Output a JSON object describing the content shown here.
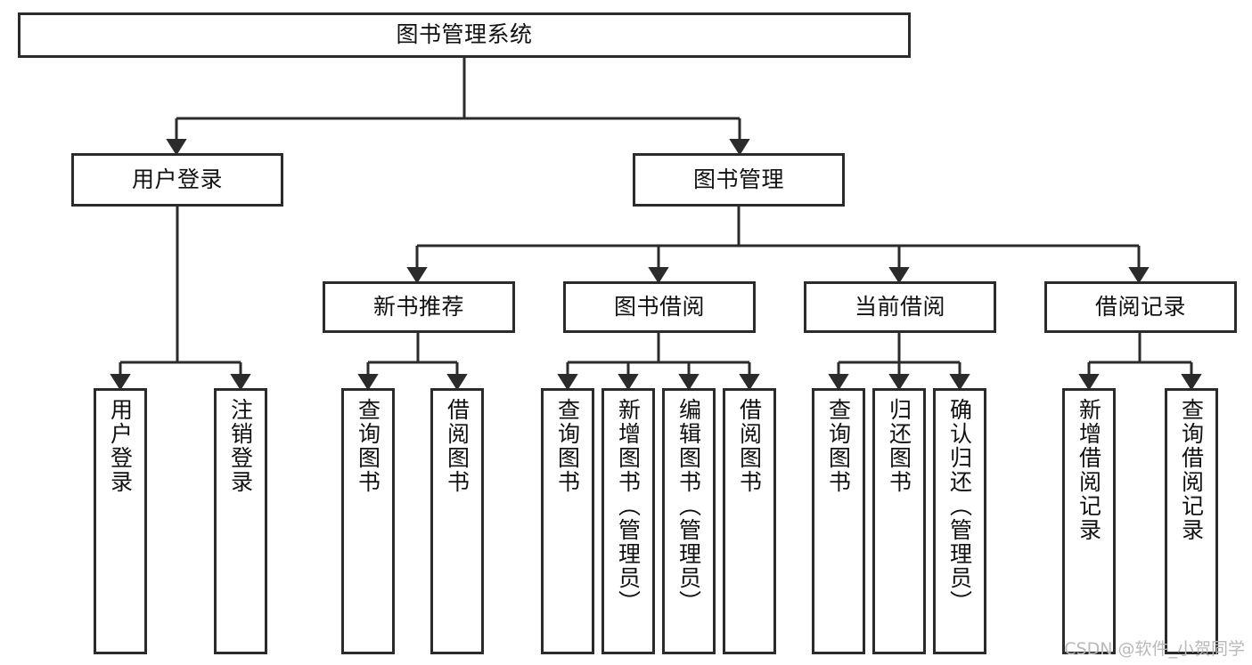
{
  "diagram": {
    "type": "tree-hierarchy",
    "title": "图书管理系统",
    "watermark": "CSDN @软件_小贺同学",
    "colors": {
      "stroke": "#2b2b2b",
      "fill": "#ffffff",
      "text": "#111111",
      "watermark": "#b9b9b9"
    },
    "nodes": {
      "root": {
        "label": "图书管理系统"
      },
      "level2": [
        {
          "id": "user-login",
          "label": "用户登录"
        },
        {
          "id": "book-manage",
          "label": "图书管理"
        }
      ],
      "level3": [
        {
          "id": "new-book-rec",
          "label": "新书推荐"
        },
        {
          "id": "book-borrow",
          "label": "图书借阅"
        },
        {
          "id": "current-borrow",
          "label": "当前借阅"
        },
        {
          "id": "borrow-record",
          "label": "借阅记录"
        }
      ],
      "leaves": [
        {
          "id": "leaf-user-login",
          "label": "用户登录",
          "parent": "user-login"
        },
        {
          "id": "leaf-user-logout",
          "label": "注销登录",
          "parent": "user-login"
        },
        {
          "id": "leaf-query-book-1",
          "label": "查询图书",
          "parent": "new-book-rec"
        },
        {
          "id": "leaf-borrow-book-1",
          "label": "借阅图书",
          "parent": "new-book-rec"
        },
        {
          "id": "leaf-query-book-2",
          "label": "查询图书",
          "parent": "book-borrow"
        },
        {
          "id": "leaf-add-book",
          "label": "新增图书（管理员）",
          "parent": "book-borrow"
        },
        {
          "id": "leaf-edit-book",
          "label": "编辑图书（管理员）",
          "parent": "book-borrow"
        },
        {
          "id": "leaf-borrow-book-2",
          "label": "借阅图书",
          "parent": "book-borrow"
        },
        {
          "id": "leaf-query-book-3",
          "label": "查询图书",
          "parent": "current-borrow"
        },
        {
          "id": "leaf-return-book",
          "label": "归还图书",
          "parent": "current-borrow"
        },
        {
          "id": "leaf-confirm-return",
          "label": "确认归还（管理员）",
          "parent": "current-borrow"
        },
        {
          "id": "leaf-add-record",
          "label": "新增借阅记录",
          "parent": "borrow-record"
        },
        {
          "id": "leaf-query-record",
          "label": "查询借阅记录",
          "parent": "borrow-record"
        }
      ]
    }
  }
}
